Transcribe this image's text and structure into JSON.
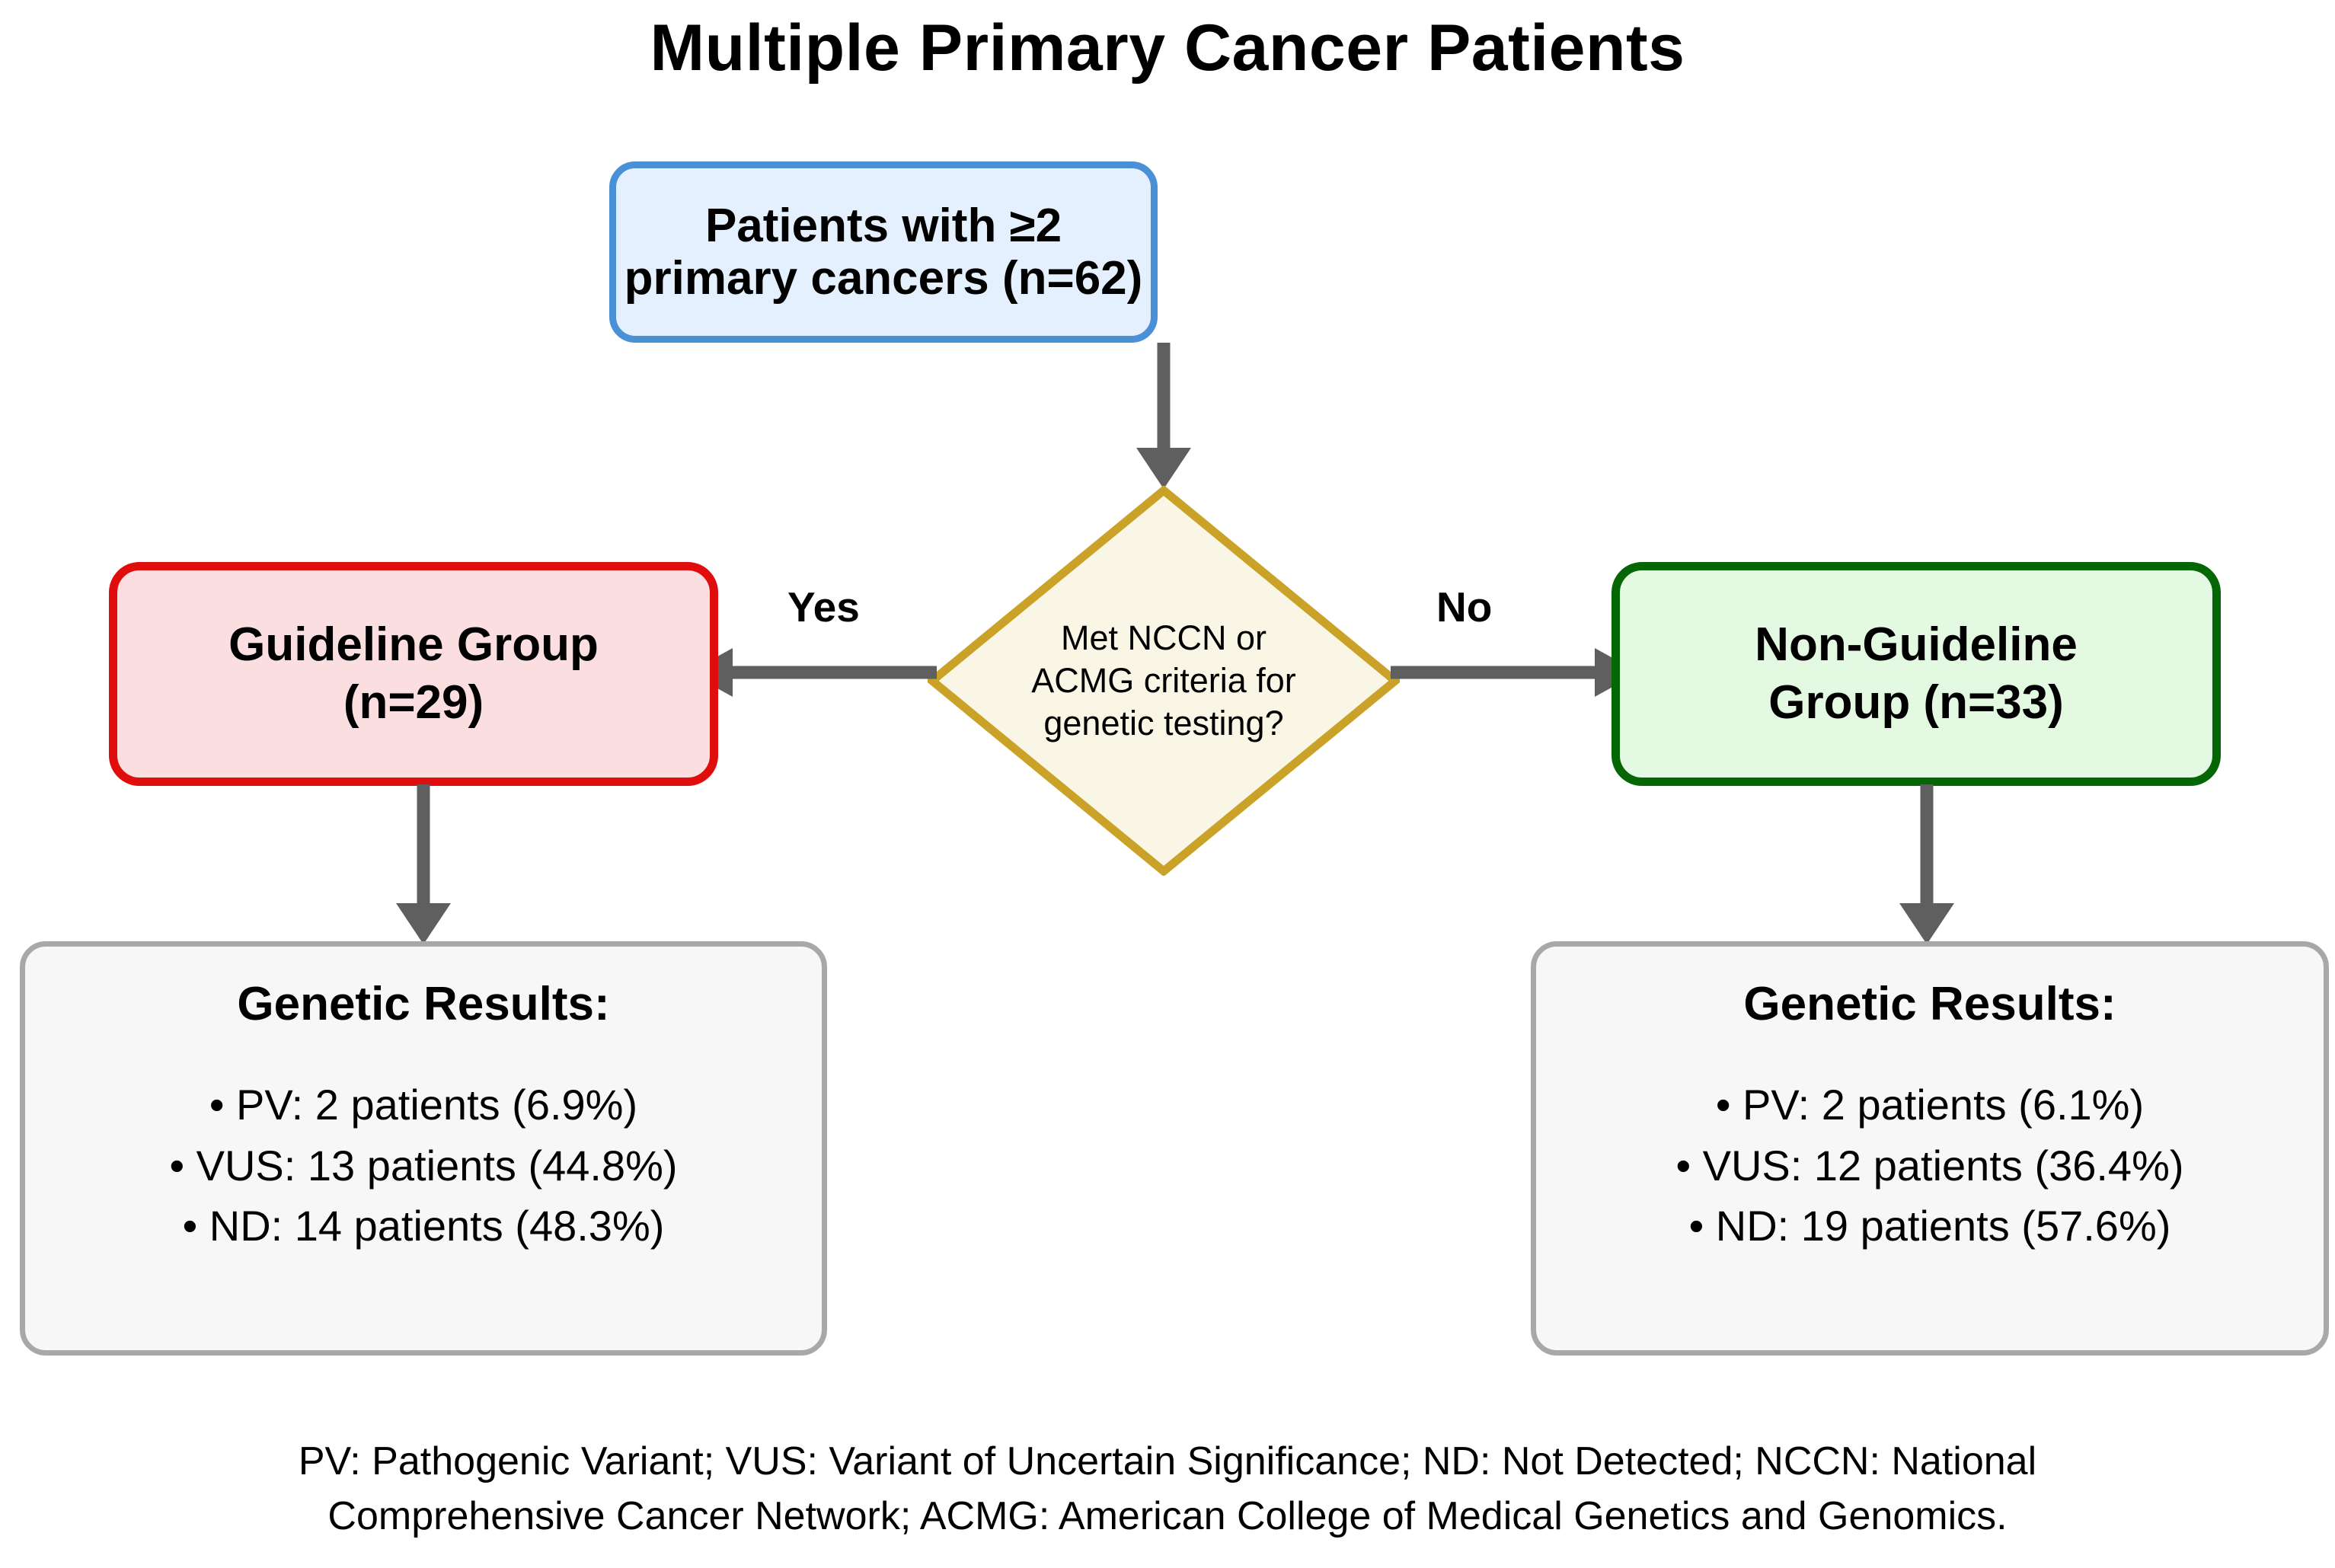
{
  "title": "Multiple Primary Cancer Patients",
  "colors": {
    "cohort_border": "#4a90d6",
    "cohort_fill": "#e4f0fd",
    "decision_border": "#c9a227",
    "decision_fill": "#faf6e6",
    "guideline_border": "#e00d0d",
    "guideline_fill": "#fbdfe0",
    "nonguideline_border": "#056605",
    "nonguideline_fill": "#e4f9e2",
    "results_border": "#a8a8a8",
    "results_fill": "#f7f7f7",
    "arrow": "#5f5f5f"
  },
  "nodes": {
    "cohort": {
      "label": "Patients with ≥2 primary cancers (n=62)",
      "n": 62
    },
    "decision": {
      "line1": "Met NCCN or",
      "line2": "ACMG criteria for",
      "line3": "genetic testing?",
      "full": "Met NCCN or ACMG criteria for genetic testing?"
    },
    "guideline": {
      "line1": "Guideline Group",
      "line2": "(n=29)",
      "n": 29
    },
    "nonguideline": {
      "line1": "Non-Guideline",
      "line2": "Group (n=33)",
      "n": 33
    }
  },
  "edges": {
    "yes_label": "Yes",
    "no_label": "No"
  },
  "results": {
    "guideline": {
      "title": "Genetic Results:",
      "items": [
        "• PV: 2 patients  (6.9%)",
        "• VUS: 13 patients  (44.8%)",
        "• ND: 14 patients  (48.3%)"
      ]
    },
    "nonguideline": {
      "title": "Genetic Results:",
      "items": [
        "• PV: 2 patients  (6.1%)",
        "• VUS: 12 patients  (36.4%)",
        "• ND: 19 patients  (57.6%)"
      ]
    }
  },
  "footnote": {
    "line1": "PV: Pathogenic Variant; VUS: Variant of Uncertain Significance; ND: Not Detected; NCCN: National",
    "line2": "Comprehensive Cancer Network; ACMG: American College of Medical Genetics and Genomics."
  },
  "chart_data": {
    "type": "diagram",
    "title": "Multiple Primary Cancer Patients",
    "total_patients": 62,
    "groups": [
      {
        "name": "Guideline Group",
        "n": 29,
        "criteria_met": true,
        "results": [
          {
            "category": "PV",
            "label": "Pathogenic Variant",
            "count": 2,
            "percent": 6.9
          },
          {
            "category": "VUS",
            "label": "Variant of Uncertain Significance",
            "count": 13,
            "percent": 44.8
          },
          {
            "category": "ND",
            "label": "Not Detected",
            "count": 14,
            "percent": 48.3
          }
        ]
      },
      {
        "name": "Non-Guideline Group",
        "n": 33,
        "criteria_met": false,
        "results": [
          {
            "category": "PV",
            "label": "Pathogenic Variant",
            "count": 2,
            "percent": 6.1
          },
          {
            "category": "VUS",
            "label": "Variant of Uncertain Significance",
            "count": 12,
            "percent": 36.4
          },
          {
            "category": "ND",
            "label": "Not Detected",
            "count": 19,
            "percent": 57.6
          }
        ]
      }
    ]
  }
}
